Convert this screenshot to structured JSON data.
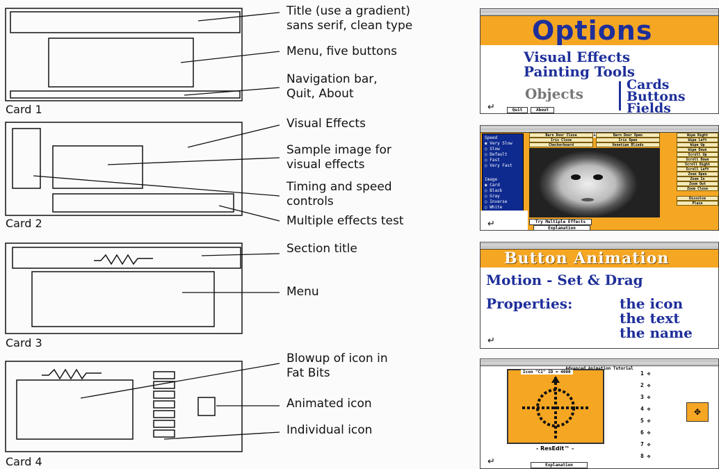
{
  "annotations": {
    "card1_title": [
      "Title (use a gradient)",
      "sans serif, clean type"
    ],
    "card1_menu": "Menu, five buttons",
    "card1_nav": [
      "Navigation bar,",
      "Quit, About"
    ],
    "card2_effects": "Visual Effects",
    "card2_sample": [
      "Sample image for",
      "visual effects"
    ],
    "card2_timing": [
      "Timing and speed",
      "controls"
    ],
    "card2_multi": "Multiple effects test",
    "card3_title": "Section title",
    "card3_menu": "Menu",
    "card4_blowup": [
      "Blowup of icon in",
      "Fat Bits"
    ],
    "card4_animated": "Animated icon",
    "card4_individual": "Individual icon"
  },
  "cards": [
    "Card 1",
    "Card 2",
    "Card 3",
    "Card 4"
  ],
  "screens": {
    "window_title": "Advanced Animation Tutorial",
    "s1": {
      "heading": "Options",
      "item1": "Visual Effects",
      "item2": "Painting Tools",
      "objects": "Objects",
      "sub": [
        "Cards",
        "Buttons",
        "Fields"
      ],
      "quit": "Quit",
      "about": "About"
    },
    "s2": {
      "speed_head": "Speed",
      "speeds": [
        "Very Slow",
        "Slow",
        "Default",
        "Fast",
        "Very Fast"
      ],
      "image_head": "Image",
      "images": [
        "Card",
        "Black",
        "Gray",
        "Inverse",
        "White"
      ],
      "effects_left": [
        "Barn Door Close",
        "Iris Close",
        "Checkerboard"
      ],
      "effects_mid": [
        "Barn Door Open",
        "Iris Open",
        "Venetian Blinds"
      ],
      "effects_right": [
        "Wipe Right",
        "Wipe Left",
        "Wipe Up",
        "Wipe Down",
        "Scroll Up",
        "Scroll Down",
        "Scroll Right",
        "Scroll Left",
        "Zoom Open",
        "Zoom In",
        "Zoom Out",
        "Zoom Close",
        "Dissolve",
        "Plain"
      ],
      "try": "Try Multiple Effects",
      "explanation": "Explanation"
    },
    "s3": {
      "heading": "Button Animation",
      "line1": "Motion  - Set & Drag",
      "props": "Properties:",
      "p1": "the icon",
      "p2": "the text",
      "p3": "the name"
    },
    "s4": {
      "icon_label": "Icon \"C1\" ID = 4000",
      "resedit": "- ResEdit™ -",
      "numbers": [
        "1",
        "2",
        "3",
        "4",
        "5",
        "6",
        "7",
        "8"
      ],
      "explanation": "Explanation"
    }
  },
  "colors": {
    "orange": "#f5a623",
    "navy": "#1e2f9a",
    "effect_blue": "#0e2a8f"
  }
}
